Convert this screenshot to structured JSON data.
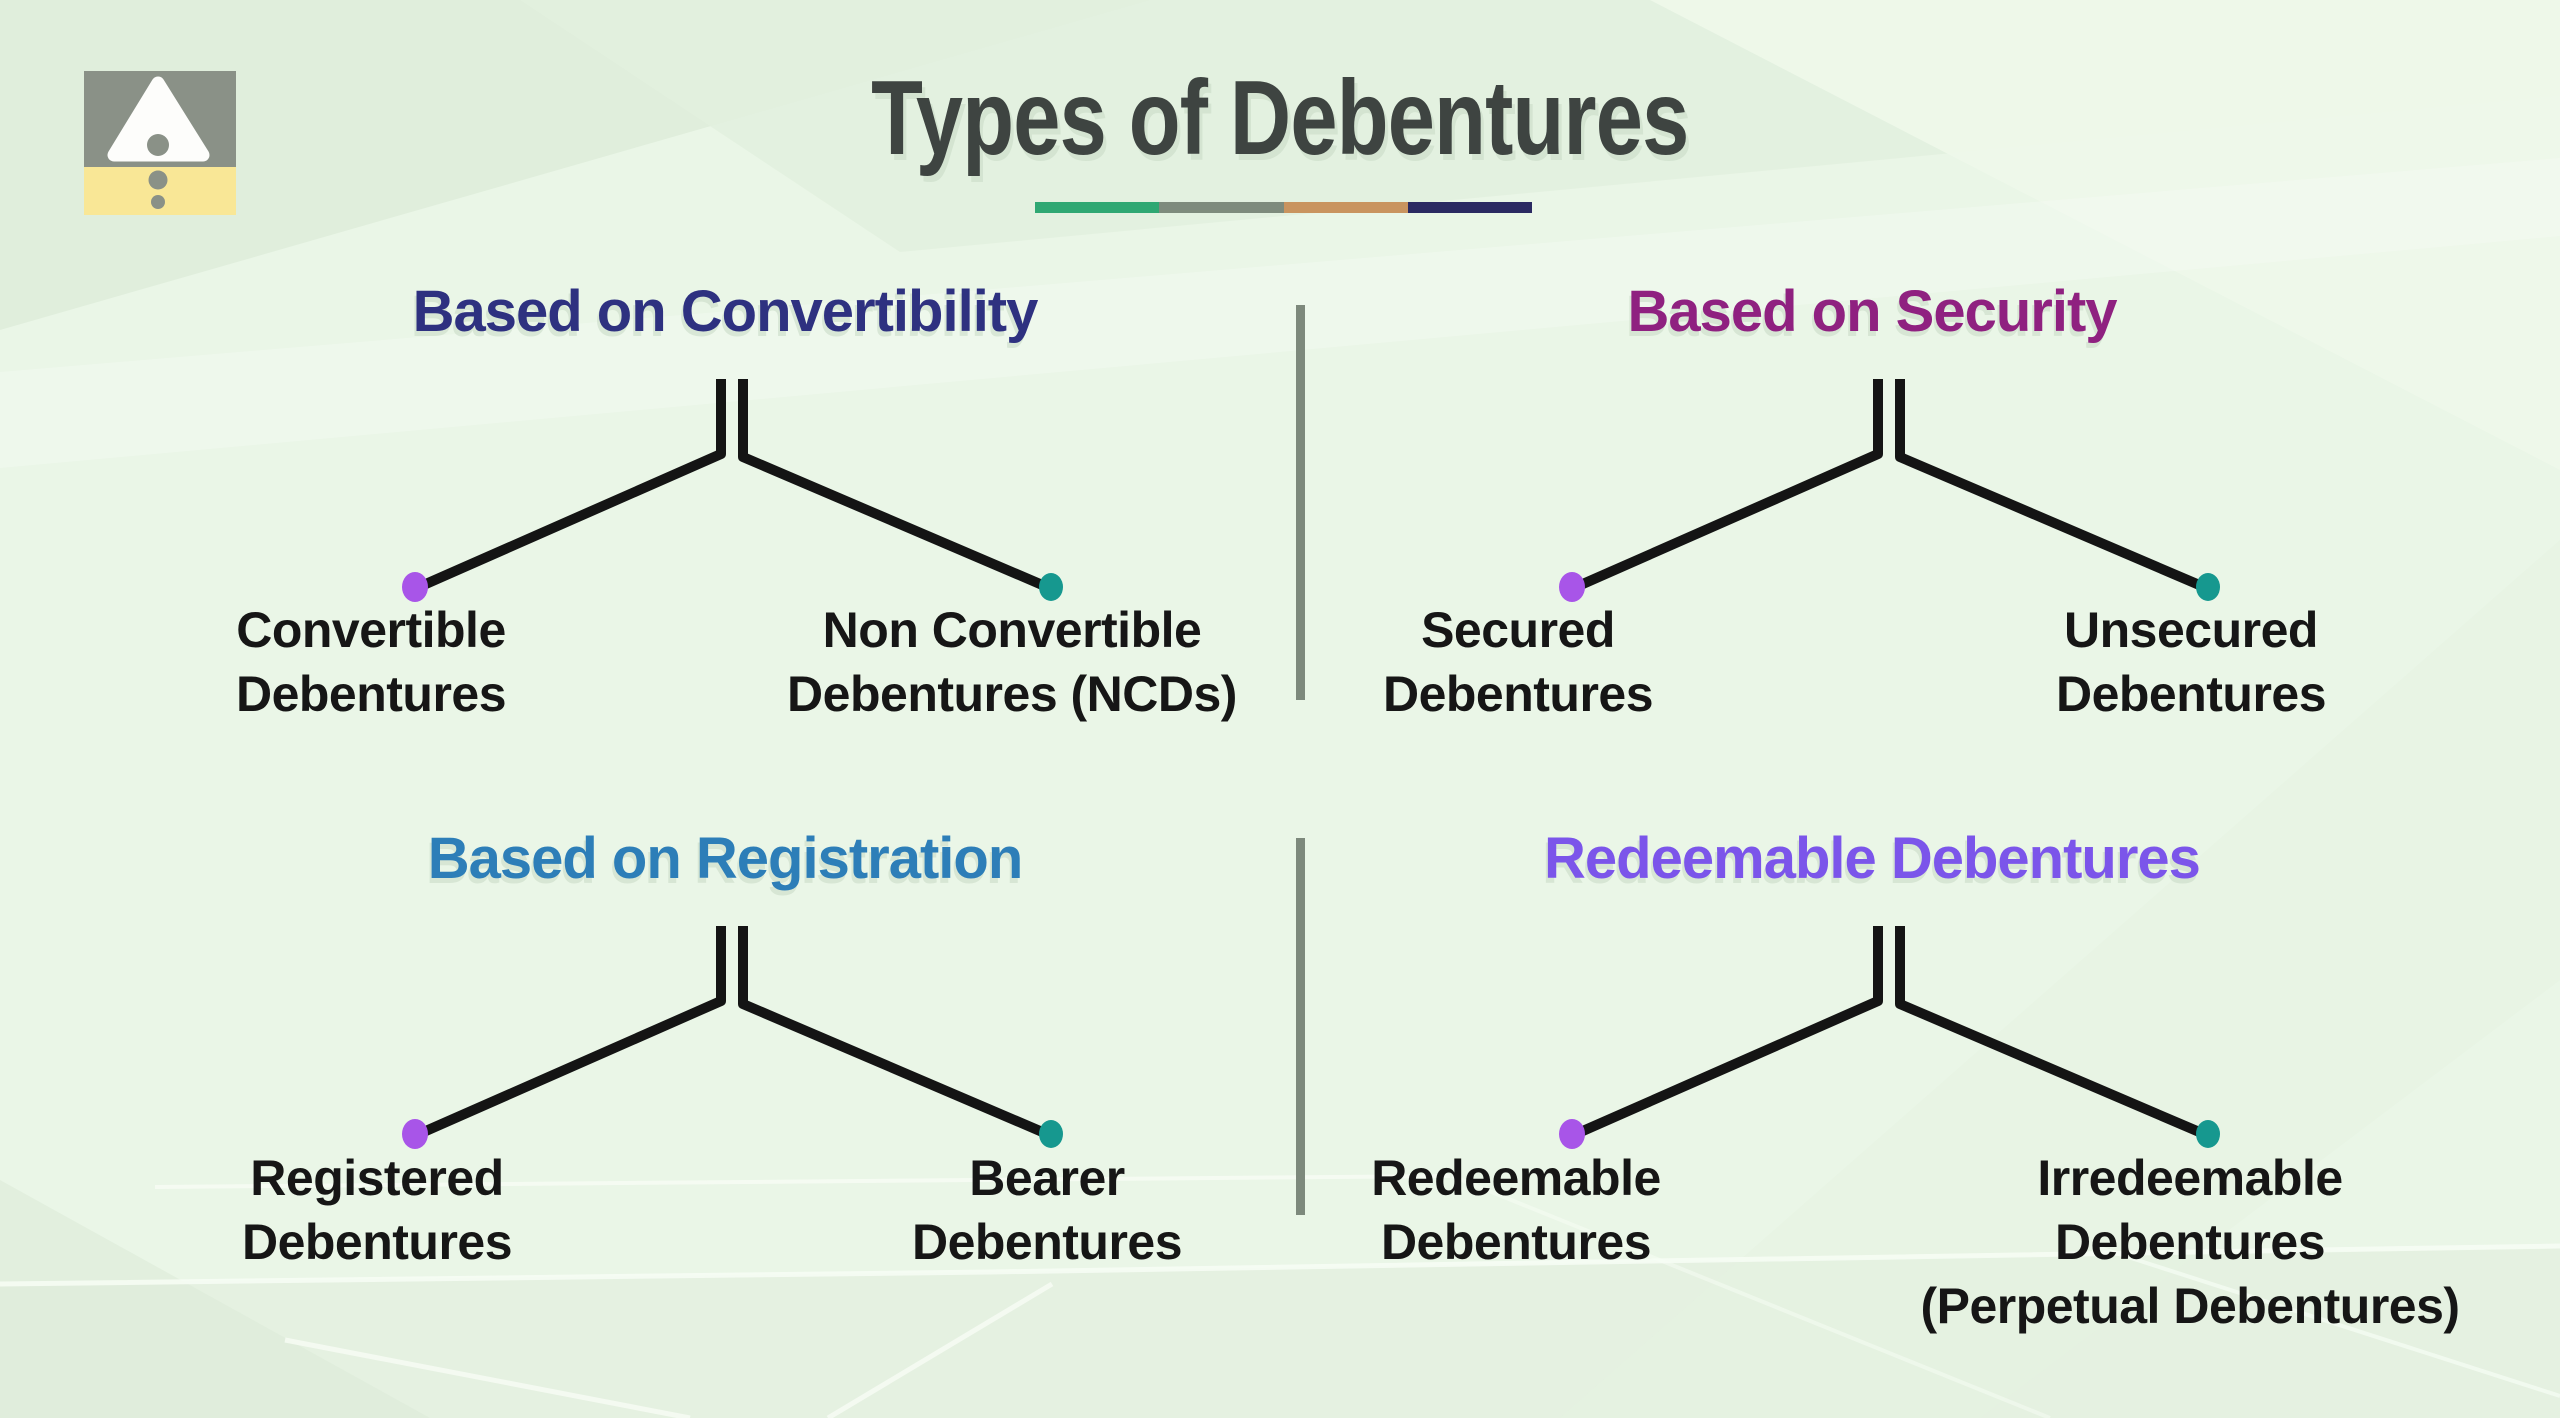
{
  "title": {
    "text": "Types of Debentures"
  },
  "underline_segments": [
    "#2fa873",
    "#7e8b7d",
    "#c9945f",
    "#2b2a62"
  ],
  "logo": {
    "icon": "triangle-dots-logo-icon"
  },
  "quadrants": [
    {
      "heading": "Based on Convertibility",
      "heading_color": "#2e3180",
      "left": {
        "lines": [
          "Convertible",
          "Debentures"
        ],
        "dot_color": "#a855e8"
      },
      "right": {
        "lines": [
          "Non Convertible",
          "Debentures (NCDs)"
        ],
        "dot_color": "#16988f"
      }
    },
    {
      "heading": "Based on Security",
      "heading_color": "#8f2180",
      "left": {
        "lines": [
          "Secured",
          "Debentures"
        ],
        "dot_color": "#a855e8"
      },
      "right": {
        "lines": [
          "Unsecured",
          "Debentures"
        ],
        "dot_color": "#16988f"
      }
    },
    {
      "heading": "Based on Registration",
      "heading_color": "#2d7eb8",
      "left": {
        "lines": [
          "Registered",
          "Debentures"
        ],
        "dot_color": "#a855e8"
      },
      "right": {
        "lines": [
          "Bearer",
          "Debentures"
        ],
        "dot_color": "#16988f"
      }
    },
    {
      "heading": "Redeemable Debentures",
      "heading_color": "#7b55ea",
      "left": {
        "lines": [
          "Redeemable",
          "Debentures"
        ],
        "dot_color": "#a855e8"
      },
      "right": {
        "lines": [
          "Irredeemable",
          "Debentures",
          "(Perpetual Debentures)"
        ],
        "dot_color": "#16988f"
      }
    }
  ],
  "colors": {
    "background": "#eaf6e7",
    "title_text": "#3e4441",
    "label_text": "#161616",
    "line_black": "#141414",
    "dot_left": "#a855e8",
    "dot_right": "#16988f",
    "divider": "#7d897c",
    "logo_gray": "#8a9187",
    "logo_yellow": "#f9e796",
    "heading_convertibility": "#2e3180",
    "heading_security": "#8f2180",
    "heading_registration": "#2d7eb8",
    "heading_redeemable": "#7b55ea",
    "underline_green": "#2fa873",
    "underline_gray": "#7e8b7d",
    "underline_tan": "#c9945f",
    "underline_navy": "#2b2a62"
  }
}
